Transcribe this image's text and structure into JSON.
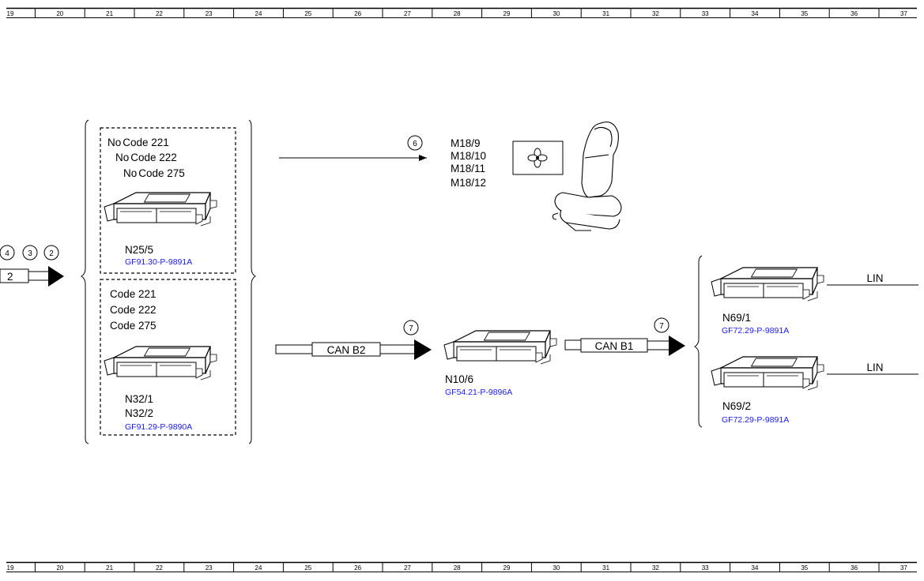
{
  "ruler": {
    "numbers": [
      "19",
      "20",
      "21",
      "22",
      "23",
      "24",
      "25",
      "26",
      "27",
      "28",
      "29",
      "30",
      "31",
      "32",
      "33",
      "34",
      "35",
      "36",
      "37"
    ]
  },
  "left_input": {
    "circles": [
      "4",
      "3",
      "2"
    ],
    "arrow_label": "2"
  },
  "group_upper": {
    "codes": [
      {
        "prefix": "No",
        "code": "Code 221"
      },
      {
        "prefix": "No",
        "code": "Code 222"
      },
      {
        "prefix": "No",
        "code": "Code 275"
      }
    ],
    "module": "N25/5",
    "ref": "GF91.30-P-9891A"
  },
  "group_lower": {
    "codes": [
      "Code 221",
      "Code 222",
      "Code 275"
    ],
    "modules": [
      "N32/1",
      "N32/2"
    ],
    "ref": "GF91.29-P-9890A"
  },
  "seat_link": {
    "circle": "6",
    "motors": [
      "M18/9",
      "M18/10",
      "M18/11",
      "M18/12"
    ],
    "fan_icon": "fan-icon",
    "seat_icon": "seat-icon"
  },
  "can_b2": {
    "circle": "7",
    "label": "CAN B2"
  },
  "n10": {
    "module": "N10/6",
    "ref": "GF54.21-P-9896A"
  },
  "can_b1": {
    "circle": "7",
    "label": "CAN B1"
  },
  "n69_1": {
    "module": "N69/1",
    "ref": "GF72.29-P-9891A",
    "bus": "LIN"
  },
  "n69_2": {
    "module": "N69/2",
    "ref": "GF72.29-P-9891A",
    "bus": "LIN"
  }
}
